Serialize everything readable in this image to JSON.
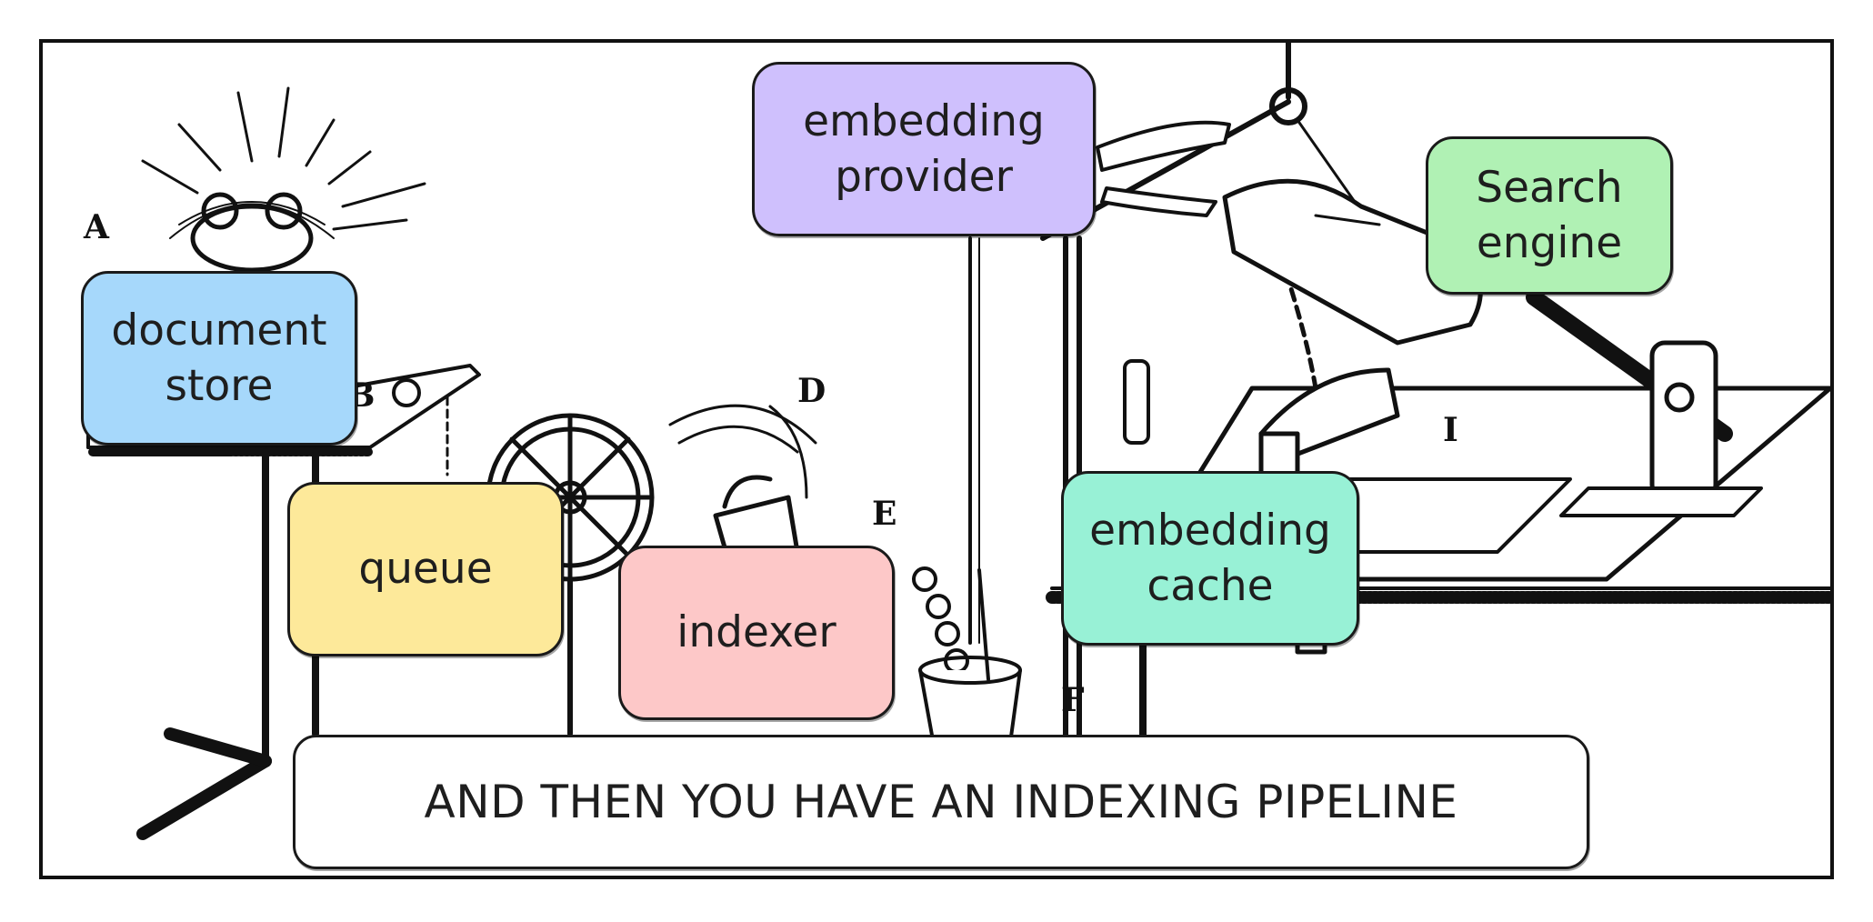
{
  "labels": {
    "document_store": "document\nstore",
    "queue": "queue",
    "indexer": "indexer",
    "embedding_provider": "embedding\nprovider",
    "embedding_cache": "embedding\ncache",
    "search_engine": "Search\nengine"
  },
  "caption": "AND THEN YOU HAVE AN INDEXING PIPELINE",
  "illustration_letters": [
    "A",
    "B",
    "D",
    "E",
    "F",
    "I"
  ],
  "colors": {
    "document_store": "#a6d8fb",
    "queue": "#fde99a",
    "indexer": "#fdc8c8",
    "embedding_provider": "#cfc0fd",
    "embedding_cache": "#98f1d6",
    "search_engine": "#b0f1b4"
  }
}
